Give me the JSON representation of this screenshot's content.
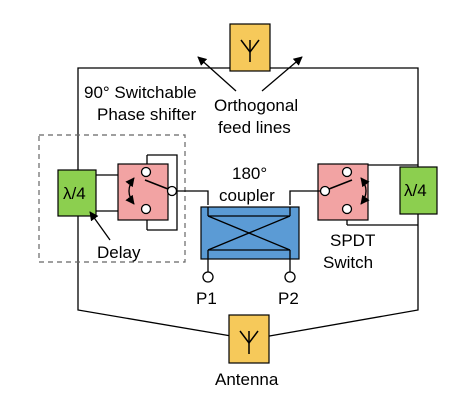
{
  "colors": {
    "antenna_fill": "#f6c95a",
    "lambda_fill": "#8ccf4f",
    "switch_fill": "#f2a3a3",
    "coupler_fill": "#5b9bd5",
    "line": "#000000"
  },
  "labels": {
    "phase_shifter_line1": "90° Switchable",
    "phase_shifter_line2": "Phase shifter",
    "feed_lines_line1": "Orthogonal",
    "feed_lines_line2": "feed lines",
    "coupler_line1": "180°",
    "coupler_line2": "coupler",
    "delay": "Delay",
    "spdt_line1": "SPDT",
    "spdt_line2": "Switch",
    "port1": "P1",
    "port2": "P2",
    "antenna": "Antenna",
    "lambda_left": "λ/4",
    "lambda_right": "λ/4"
  },
  "icons": {
    "antenna_symbol": "antenna-icon",
    "switch_rotation": "curved-double-arrow-icon"
  }
}
